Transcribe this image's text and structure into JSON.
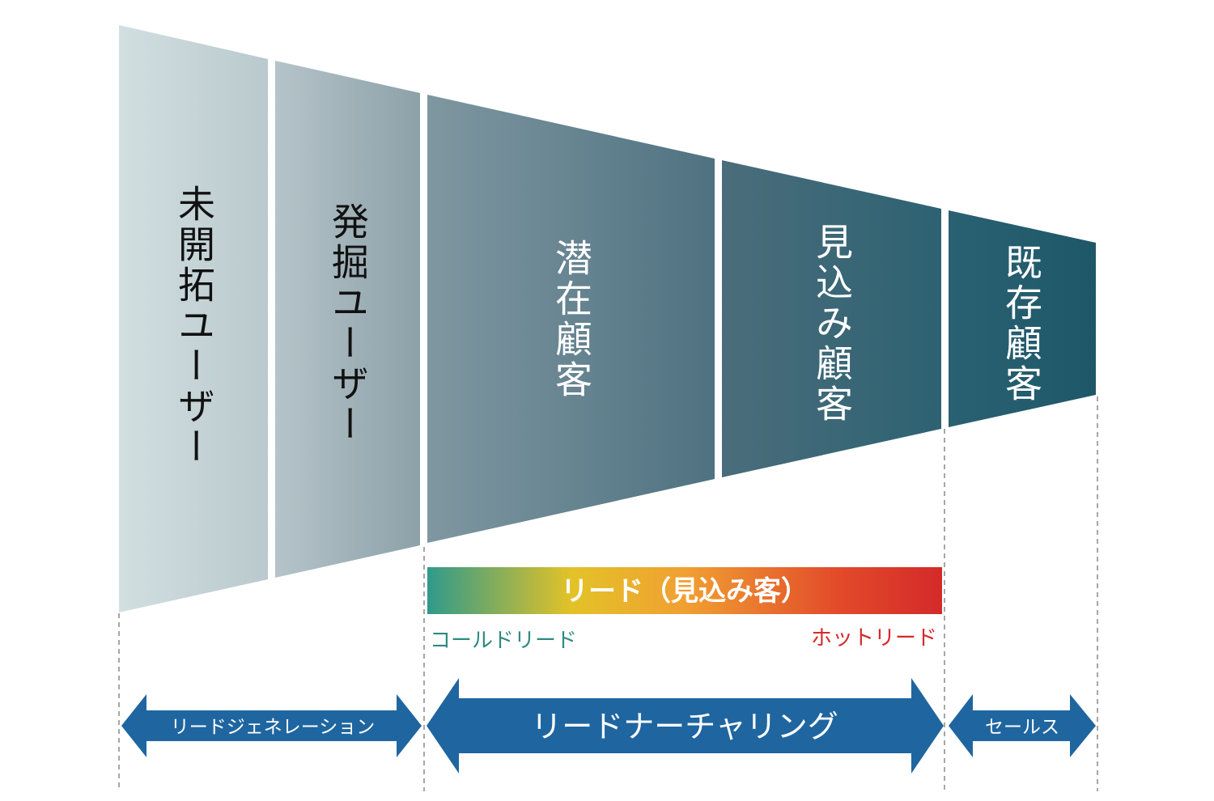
{
  "funnel": {
    "stages": [
      {
        "id": "unexplored",
        "label": "未開拓ユーザー",
        "color_from": "#d2dfe1",
        "color_to": "#b9c9cd",
        "text_color": "#111111"
      },
      {
        "id": "discovered",
        "label": "発掘ユーザー",
        "color_from": "#b5c4c9",
        "color_to": "#8da1a9",
        "text_color": "#111111"
      },
      {
        "id": "potential",
        "label": "潜在顧客",
        "color_from": "#7f97a1",
        "color_to": "#4f7281",
        "text_color": "#ffffff"
      },
      {
        "id": "prospect",
        "label": "見込み顧客",
        "color_from": "#4b6d7b",
        "color_to": "#2d6272",
        "text_color": "#ffffff"
      },
      {
        "id": "existing",
        "label": "既存顧客",
        "color_from": "#2a6172",
        "color_to": "#1e5868",
        "text_color": "#ffffff"
      }
    ]
  },
  "lead_bar": {
    "label": "リード（見込み客）",
    "gradient": [
      "#2f9a8c",
      "#e3c227",
      "#f0a032",
      "#e24a2a",
      "#d42a2a"
    ],
    "cold_label": "コールドリード",
    "cold_color": "#2f8a80",
    "hot_label": "ホットリード",
    "hot_color": "#d42a2a"
  },
  "phases": [
    {
      "id": "lead-generation",
      "label": "リードジェネレーション"
    },
    {
      "id": "lead-nurturing",
      "label": "リードナーチャリング"
    },
    {
      "id": "sales",
      "label": "セールス"
    }
  ],
  "colors": {
    "arrow": "#1f66a0",
    "guide": "#888888"
  }
}
